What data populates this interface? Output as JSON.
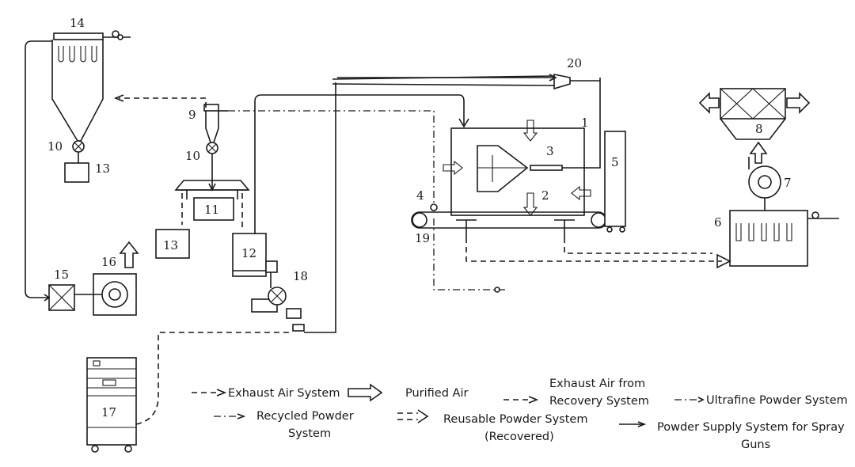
{
  "component_numbers": {
    "n1": "1",
    "n2": "2",
    "n3": "3",
    "n4": "4",
    "n5": "5",
    "n6": "6",
    "n7": "7",
    "n8": "8",
    "n9": "9",
    "n10a": "10",
    "n10b": "10",
    "n11": "11",
    "n12": "12",
    "n13a": "13",
    "n13b": "13",
    "n14": "14",
    "n15": "15",
    "n16": "16",
    "n17": "17",
    "n18": "18",
    "n19": "19",
    "n20": "20"
  },
  "legend": {
    "exhaust_air": "Exhaust Air System",
    "purified_air": "Purified Air",
    "exhaust_recovery_l1": "Exhaust Air from",
    "exhaust_recovery_l2": "Recovery System",
    "ultrafine": "Ultrafine Powder System",
    "recycled_l1": "Recycled Powder",
    "recycled_l2": "System",
    "reusable_l1": "Reusable Powder System",
    "reusable_l2": "(Recovered)",
    "supply_l1": "Powder Supply System for Spray",
    "supply_l2": "Guns"
  }
}
